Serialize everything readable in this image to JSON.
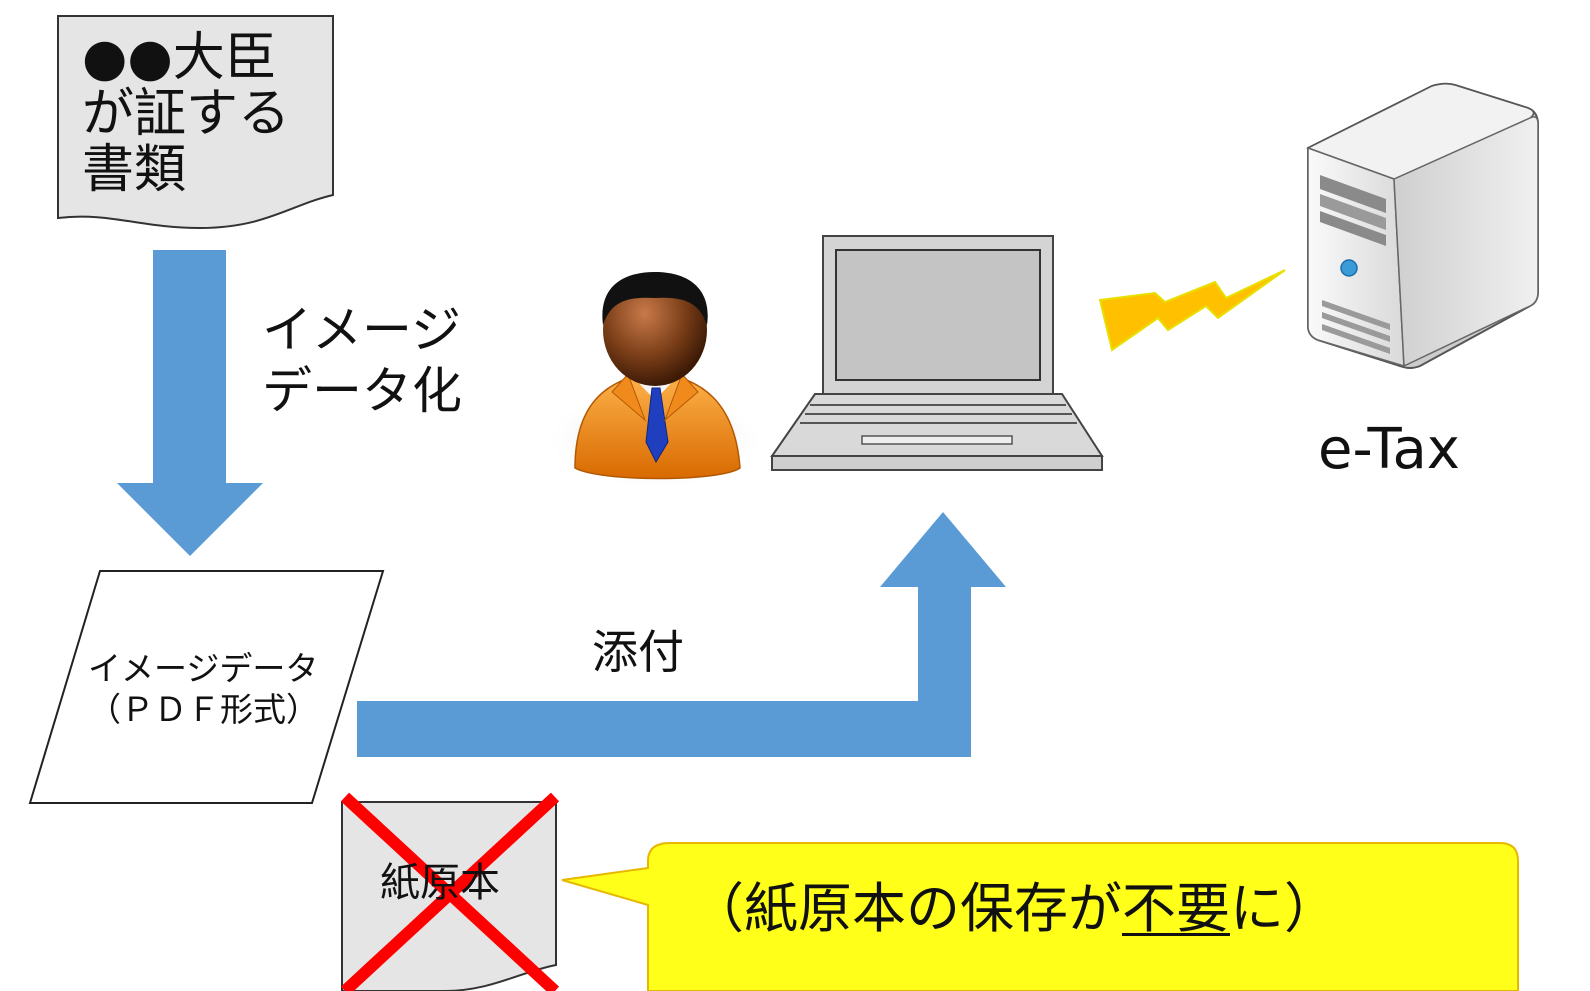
{
  "certificate_doc": {
    "lines": [
      "●●大臣",
      "が証する",
      "書類"
    ]
  },
  "conversion_label": {
    "lines": [
      "イメージ",
      "データ化"
    ]
  },
  "image_data_doc": {
    "lines": [
      "イメージデータ",
      "（ＰＤＦ形式）"
    ]
  },
  "attach_label": "添付",
  "server_label": "e-Tax",
  "paper_original_doc": {
    "label": "紙原本"
  },
  "callout": {
    "text_before": "（紙原本の保存が",
    "text_underlined": "不要",
    "text_after": "に）",
    "fill_color": "#ffff1a",
    "border_color": "#e6b800"
  },
  "colors": {
    "arrow": "#5b9bd5",
    "lightning": "#ffc000",
    "cross": "#ff0000",
    "suit": "#e8820c",
    "tie": "#1f3fbf"
  },
  "icons": [
    "person-icon",
    "laptop-icon",
    "server-icon",
    "lightning-icon"
  ]
}
